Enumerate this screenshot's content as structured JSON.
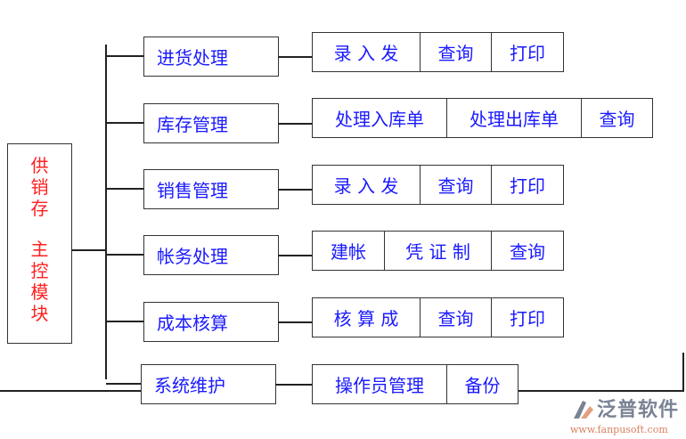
{
  "root": {
    "label": "供销存 主控模块",
    "line1": "供销存",
    "line2": "主控模块",
    "color": "#ff2020"
  },
  "text_color": "#1a1aff",
  "modules": [
    {
      "label": "进货处理",
      "actions": [
        "录 入 发",
        "查询",
        "打印"
      ]
    },
    {
      "label": "库存管理",
      "actions": [
        "处理入库单",
        "处理出库单",
        "查询"
      ]
    },
    {
      "label": "销售管理",
      "actions": [
        "录 入 发",
        "查询",
        "打印"
      ]
    },
    {
      "label": "帐务处理",
      "actions": [
        "建帐",
        "凭 证 制",
        "查询"
      ]
    },
    {
      "label": "成本核算",
      "actions": [
        "核 算 成",
        "查询",
        "打印"
      ]
    },
    {
      "label": "系统维护",
      "actions": [
        "操作员管理",
        "备份"
      ]
    }
  ],
  "logo": {
    "name": "泛普软件",
    "url": "www.fanpusoft.com"
  }
}
